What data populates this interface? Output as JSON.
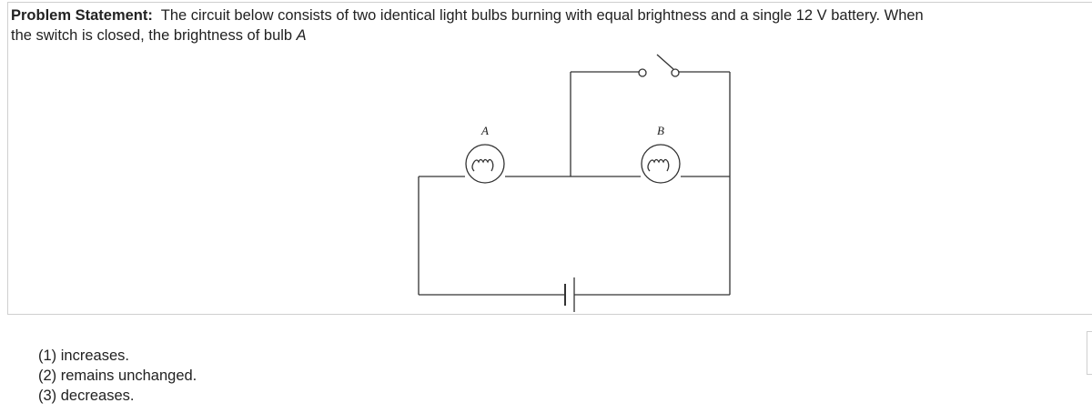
{
  "problem": {
    "label": "Problem Statement:",
    "line1": "The circuit below consists of two identical light bulbs burning with equal brightness and a single 12 V battery. When",
    "line2": "the switch is closed, the brightness of bulb ",
    "line2_italic": "A"
  },
  "circuit": {
    "bulb_a_label": "A",
    "bulb_b_label": "B"
  },
  "options": [
    "(1)  increases.",
    "(2)  remains unchanged.",
    "(3)  decreases."
  ]
}
